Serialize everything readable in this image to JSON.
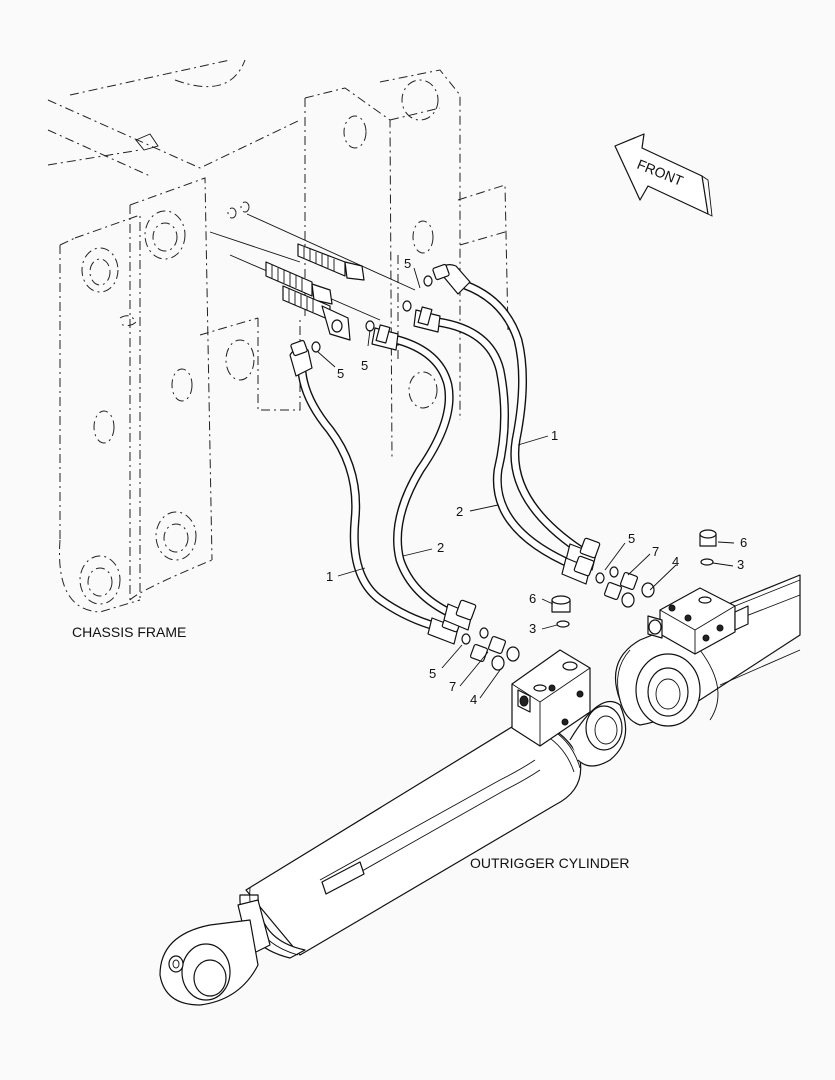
{
  "labels": {
    "front": "FRONT",
    "chassis_frame": "CHASSIS FRAME",
    "outrigger_cylinder": "OUTRIGGER CYLINDER"
  },
  "callouts": [
    {
      "id": "c1a",
      "text": "1"
    },
    {
      "id": "c1b",
      "text": "1"
    },
    {
      "id": "c2a",
      "text": "2"
    },
    {
      "id": "c2b",
      "text": "2"
    },
    {
      "id": "c3a",
      "text": "3"
    },
    {
      "id": "c3b",
      "text": "3"
    },
    {
      "id": "c4a",
      "text": "4"
    },
    {
      "id": "c4b",
      "text": "4"
    },
    {
      "id": "c5a",
      "text": "5"
    },
    {
      "id": "c5b",
      "text": "5"
    },
    {
      "id": "c5c",
      "text": "5"
    },
    {
      "id": "c5d",
      "text": "5"
    },
    {
      "id": "c5e",
      "text": "5"
    },
    {
      "id": "c6a",
      "text": "6"
    },
    {
      "id": "c6b",
      "text": "6"
    },
    {
      "id": "c7a",
      "text": "7"
    },
    {
      "id": "c7b",
      "text": "7"
    }
  ]
}
